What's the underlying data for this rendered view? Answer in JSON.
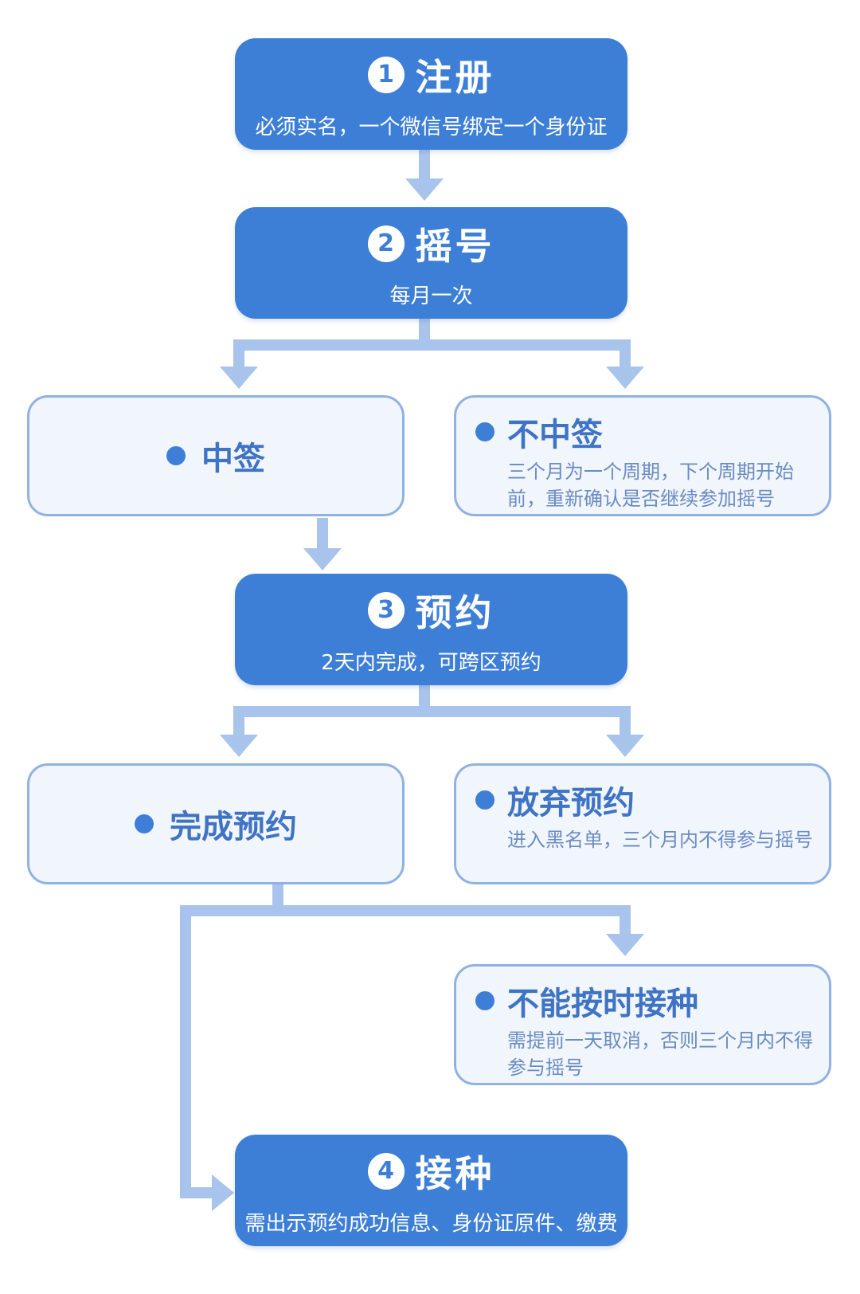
{
  "steps": [
    {
      "num": "1",
      "title": "注册",
      "sub": "必须实名，一个微信号绑定一个身份证"
    },
    {
      "num": "2",
      "title": "摇号",
      "sub": "每月一次"
    },
    {
      "num": "3",
      "title": "预约",
      "sub": "2天内完成，可跨区预约"
    },
    {
      "num": "4",
      "title": "接种",
      "sub": "需出示预约成功信息、身份证原件、缴费"
    }
  ],
  "branches": {
    "win": {
      "title": "中签"
    },
    "lose": {
      "title": "不中签",
      "desc": "三个月为一个周期，下个周期开始前，重新确认是否继续参加摇号"
    },
    "done": {
      "title": "完成预约"
    },
    "abandon": {
      "title": "放弃预约",
      "desc": "进入黑名单，三个月内不得参与摇号"
    },
    "cannot": {
      "title": "不能按时接种",
      "desc": "需提前一天取消，否则三个月内不得参与摇号"
    }
  },
  "colors": {
    "primary": "#3d7fd6",
    "connector": "#a9c4ec",
    "branch_bg": "#f1f5fc",
    "branch_border": "#8fb1e4"
  }
}
